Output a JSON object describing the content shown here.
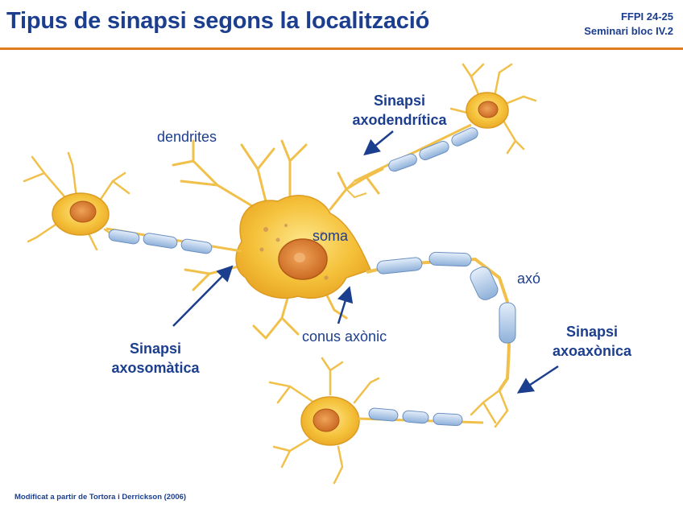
{
  "header": {
    "title": "Tipus de sinapsi segons la localització",
    "course_line1": "FFPI 24-25",
    "course_line2": "Seminari bloc IV.2"
  },
  "diagram": {
    "labels": {
      "dendrites": "dendrites",
      "soma": "soma",
      "axon": "axó",
      "axon_hillock": "conus axònic"
    },
    "synapses": {
      "axodendritic_l1": "Sinapsi",
      "axodendritic_l2": "axodendrítica",
      "axosomatic_l1": "Sinapsi",
      "axosomatic_l2": "axosomàtica",
      "axoaxonic_l1": "Sinapsi",
      "axoaxonic_l2": "axoaxònica"
    }
  },
  "footer": {
    "credit": "Modificat a partir de Tortora i Derrickson (2006)"
  },
  "colors": {
    "title": "#1c3e8e",
    "rule": "#e07a20",
    "cell": "#f2c440",
    "nucleus": "#d8802c",
    "myelin": "#aac6e6"
  }
}
